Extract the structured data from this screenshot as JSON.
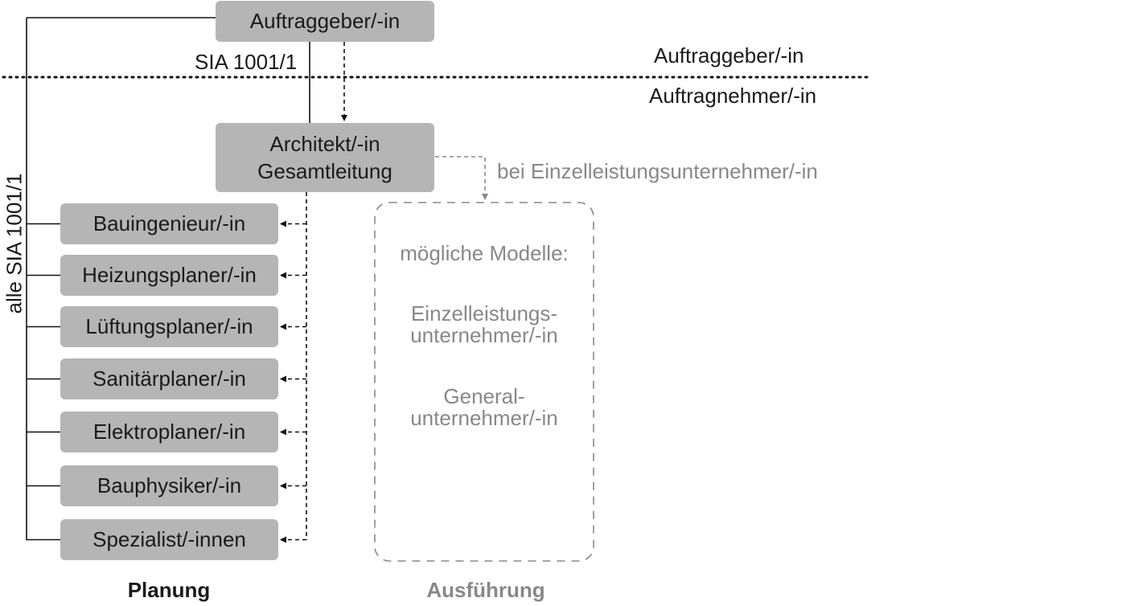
{
  "client_box": "Auftraggeber/-in",
  "contract_label": "SIA 1001/1",
  "side_client": "Auftraggeber/-in",
  "side_contractor": "Auftragnehmer/-in",
  "architect_box": {
    "line1": "Architekt/-in",
    "line2": "Gesamtleitung"
  },
  "vertical_label": "alle SIA 1001/1",
  "planners": [
    "Bauingenieur/-in",
    "Heizungsplaner/-in",
    "Lüftungsplaner/-in",
    "Sanitärplaner/-in",
    "Elektroplaner/-in",
    "Bauphysiker/-in",
    "Spezialist/-innen"
  ],
  "branch_label": "bei Einzelleistungsunternehmer/-in",
  "models": {
    "title": "mögliche Modelle:",
    "model1": {
      "line1": "Einzelleistungs-",
      "line2": "unternehmer/-in"
    },
    "model2": {
      "line1": "General-",
      "line2": "unternehmer/-in"
    }
  },
  "col_planning": "Planung",
  "col_execution": "Ausführung",
  "colors": {
    "box": "#b5b5b5",
    "text": "#1a1a1a",
    "muted": "#888888",
    "line": "#111111"
  }
}
